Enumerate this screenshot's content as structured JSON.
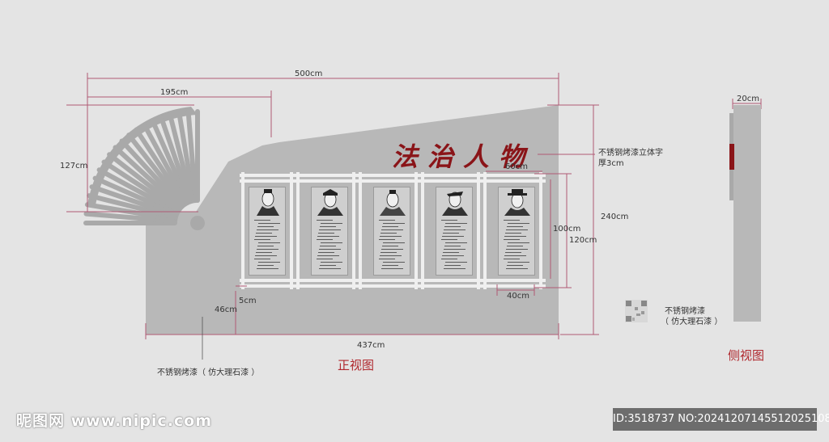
{
  "title": "法治人物",
  "views": {
    "front": "正视图",
    "side": "侧视图"
  },
  "dimensions": {
    "overall_width": "500cm",
    "fan_width": "195cm",
    "fan_height": "127cm",
    "total_height": "240cm",
    "panel_spacing": "60cm",
    "panel_height_inner": "100cm",
    "panel_height_outer": "120cm",
    "panel_width": "40cm",
    "base_height": "46cm",
    "frame_offset": "5cm",
    "base_width": "437cm",
    "side_depth": "20cm"
  },
  "notes": {
    "letters": "不锈钢烤漆立体字",
    "letters_thickness": "厚3cm",
    "material_main_1": "不锈钢烤漆",
    "material_main_2": "（ 仿大理石漆 ）",
    "material_bottom": "不锈钢烤漆（ 仿大理石漆 ）"
  },
  "watermark": {
    "site": "昵图网 www.nipic.com",
    "id": "ID:3518737 NO:20241207145512025108"
  },
  "colors": {
    "background": "#e4e4e4",
    "wall": "#b8b8b8",
    "frame": "#efefef",
    "panel": "#cfcfcf",
    "dimension_line": "#b05a75",
    "title": "#8a1418",
    "view_label": "#b0282e"
  }
}
